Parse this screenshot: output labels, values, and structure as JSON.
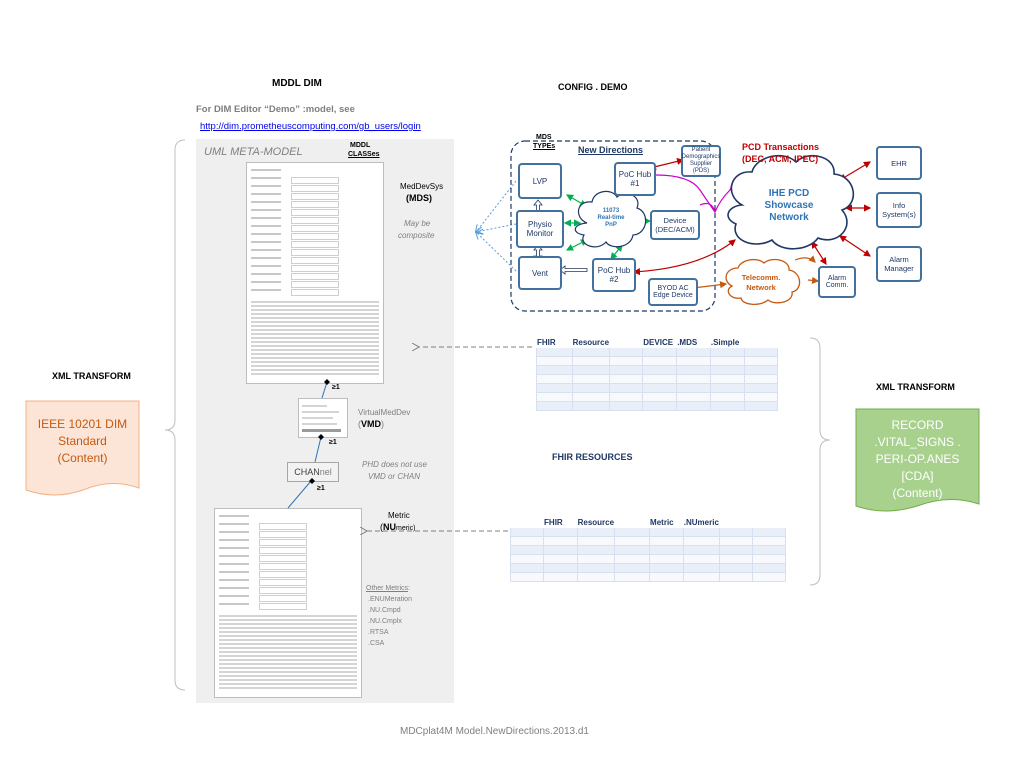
{
  "left": {
    "title": "MDDL DIM",
    "editor_note": "For DIM Editor “Demo” :model, see",
    "editor_link": "http://dim.prometheuscomputing.com/gb_users/login",
    "panel_title": "UML META-MODEL",
    "classes_label_1": "MDDL",
    "classes_label_2": "CLASSes",
    "mds_label": "MedDevSys",
    "mds_abbrev": "(MDS)",
    "composite_1": "May be",
    "composite_2": "composite",
    "vmd_label": "VirtualMedDev",
    "vmd_open": "(",
    "vmd_abbrev": "VMD",
    "vmd_close": ")",
    "chan_prefix": "CHAN",
    "chan_suffix": "nel",
    "phd_note_1": "PHD does not use",
    "phd_note_2": "VMD or CHAN",
    "mult_1": "≥1",
    "mult_2": "≥1",
    "mult_3": "≥1",
    "metric_label": "Metric",
    "metric_open": "(",
    "metric_abbrev": "NU",
    "metric_rest": "meric)",
    "other_metrics_title": "Other Metrics",
    "other_metrics_colon": ":",
    "other_metrics": [
      ".ENUMeration",
      ".NU.Cmpd",
      ".NU.Cmplx",
      ".RTSA",
      ".CSA"
    ]
  },
  "xml_left": {
    "title": "XML TRANSFORM",
    "box_lines": [
      "IEEE 10201 DIM",
      "Standard",
      "(Content)"
    ]
  },
  "xml_right": {
    "title": "XML TRANSFORM",
    "box_lines": [
      "RECORD",
      ".VITAL_SIGNS  .",
      "PERI-OP.ANES",
      "[CDA]",
      "(Content)"
    ]
  },
  "config": {
    "title": "CONFIG . DEMO",
    "mds_types_1": "MDS",
    "mds_types_2": "TYPEs",
    "new_directions": "New Directions",
    "lvp": "LVP",
    "physio_1": "Physio",
    "physio_2": "Monitor",
    "vent": "Vent",
    "poc1_1": "PoC Hub",
    "poc1_2": "#1",
    "poc2_1": "PoC Hub",
    "poc2_2": "#2",
    "cloud_1": "11073",
    "cloud_2": "Real-time",
    "cloud_3": "PnP",
    "pds_1": "Patient",
    "pds_2": "Demographics",
    "pds_3": "Supplier (PDS)",
    "device_1": "Device",
    "device_2": "(DEC/ACM)",
    "byod_1": "BYOD AC",
    "byod_2": "Edge Device",
    "pcd_tx_1": "PCD Transactions",
    "pcd_tx_2": "(DEC, ACM, IPEC)",
    "ihe_1": "IHE PCD",
    "ihe_2": "Showcase",
    "ihe_3": "Network",
    "telecom_1": "Telecomm.",
    "telecom_2": "Network",
    "alarm_comm_1": "Alarm",
    "alarm_comm_2": "Comm.",
    "ehr": "EHR",
    "info_1": "Info",
    "info_2": "System(s)",
    "alarm_mgr_1": "Alarm",
    "alarm_mgr_2": "Manager"
  },
  "fhir": {
    "table1_headers": [
      "FHIR",
      "Resource",
      "",
      "DEVICE",
      ".MDS",
      ".Simple"
    ],
    "table2_headers": [
      "",
      "FHIR",
      "Resource",
      "",
      "Metric",
      ".NUmeric"
    ],
    "resources_title": "FHIR RESOURCES"
  },
  "footer": "MDCplat4M Model.NewDirections.2013.d1",
  "colors": {
    "accent_blue": "#1f3864",
    "link_blue": "#0000ee",
    "red": "#c00000",
    "orange_box": "#fce4d6",
    "orange_text": "#c55a11",
    "green_box": "#a9d18e",
    "green_text": "#ffffff",
    "panel_gray": "#efefef"
  }
}
